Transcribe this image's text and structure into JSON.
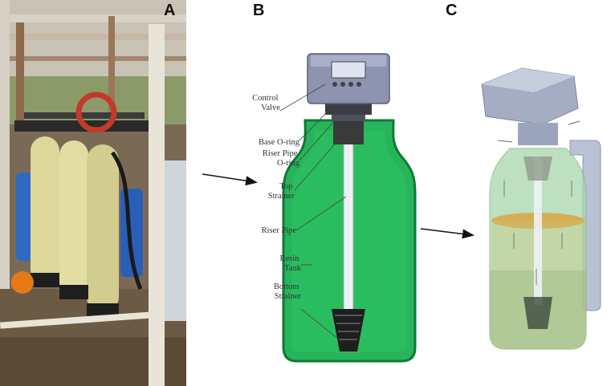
{
  "panels": {
    "a": {
      "letter": "A"
    },
    "b": {
      "letter": "B"
    },
    "c": {
      "letter": "C"
    }
  },
  "diagram_b": {
    "labels": [
      {
        "id": "control-valve",
        "lines": [
          "Control",
          "Valve"
        ]
      },
      {
        "id": "base-o-ring",
        "lines": [
          "Base O-ring"
        ]
      },
      {
        "id": "riser-pipe-o-ring",
        "lines": [
          "Riser Pipe",
          "O-ring"
        ]
      },
      {
        "id": "top-strainer",
        "lines": [
          "Top",
          "Strainer"
        ]
      },
      {
        "id": "riser-pipe",
        "lines": [
          "Riser Pipe"
        ]
      },
      {
        "id": "resin-tank",
        "lines": [
          "Resin",
          "Tank"
        ]
      },
      {
        "id": "bottom-strainer",
        "lines": [
          "Bottom",
          "Strainer"
        ]
      }
    ]
  },
  "colors": {
    "tank_green": "#27b45a",
    "tank_green_dark": "#0e7a35",
    "valve_grey": "#8e93b0",
    "resin_gold": "#d9a441"
  }
}
